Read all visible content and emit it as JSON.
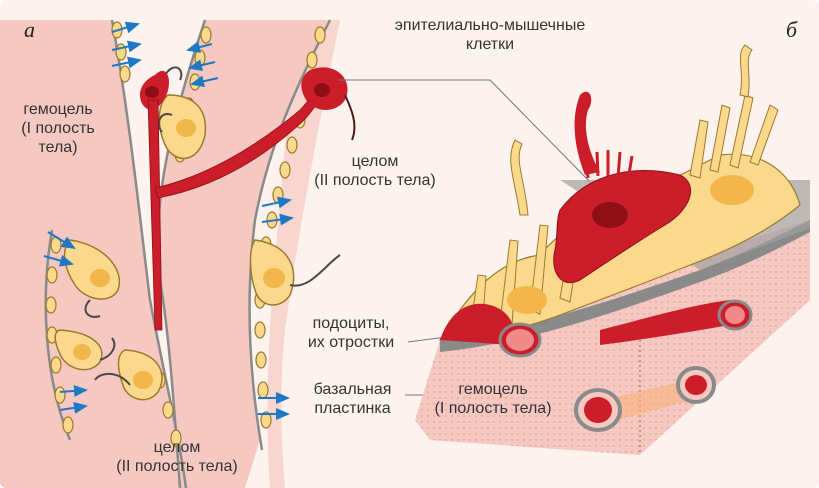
{
  "panels": {
    "a": "а",
    "b": "б"
  },
  "labels": {
    "hemocoel_left": [
      "гемоцель",
      "(I полость",
      "тела)"
    ],
    "coelom_top": [
      "целом",
      "(II полость тела)"
    ],
    "coelom_bottom": [
      "целом",
      "(II полость тела)"
    ],
    "epithelial_muscle_cells": [
      "эпителиально-мышечные",
      "клетки"
    ],
    "podocytes": [
      "подоциты,",
      "их отростки"
    ],
    "basal_lamina": [
      "базальная",
      "пластинка"
    ],
    "hemocoel_right": [
      "гемоцель",
      "(I полость тела)"
    ]
  },
  "colors": {
    "background": "#fdf3ee",
    "hemocoel": "#f5c9c2",
    "podocyte": "#fbd98c",
    "podocyte_outline": "#9a7a2c",
    "nucleus": "#f2b64a",
    "muscle_cell": "#cc1e2a",
    "muscle_nucleus": "#8e0f18",
    "basal_lamina": "#8a8a8a",
    "arrow": "#1f78c4"
  }
}
